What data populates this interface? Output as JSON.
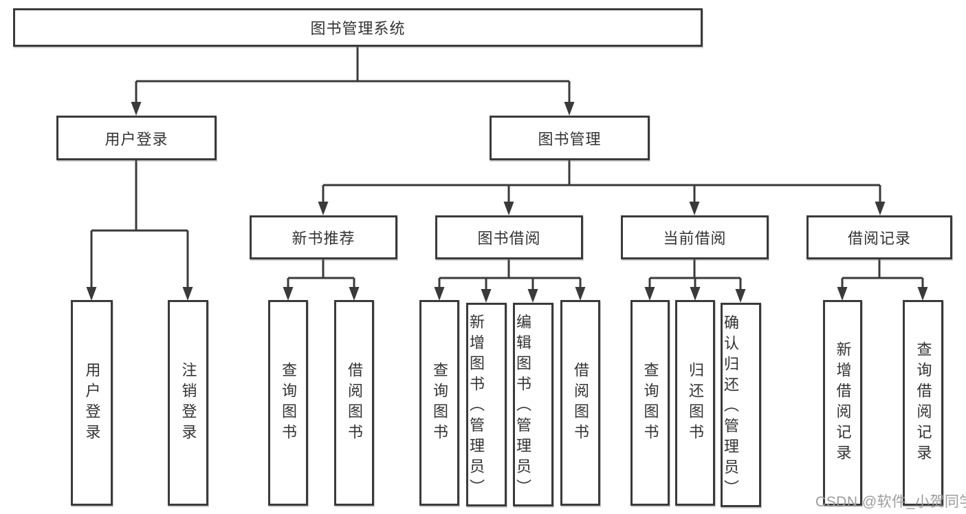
{
  "colors": {
    "line": "#3a3a3a",
    "box_border": "#3a3a3a",
    "text": "#333333",
    "watermark": "#9c9c9c",
    "background": "#ffffff"
  },
  "watermark": {
    "text": "CSDN @软件_小贺同学"
  },
  "tree": {
    "root": {
      "label": "图书管理系统"
    },
    "user_login": {
      "label": "用户登录",
      "children": {
        "login": {
          "label": "用户登录"
        },
        "logout": {
          "label": "注销登录"
        }
      }
    },
    "book_mgmt": {
      "label": "图书管理",
      "children": {
        "new_book_rec": {
          "label": "新书推荐",
          "children": {
            "query_book": {
              "label": "查询图书"
            },
            "borrow_book": {
              "label": "借阅图书"
            }
          }
        },
        "book_borrow": {
          "label": "图书借阅",
          "children": {
            "query_book": {
              "label": "查询图书"
            },
            "add_book": {
              "label": "新增图书（管理员）"
            },
            "edit_book": {
              "label": "编辑图书（管理员）"
            },
            "borrow_book": {
              "label": "借阅图书"
            }
          }
        },
        "current_borrow": {
          "label": "当前借阅",
          "children": {
            "query_book": {
              "label": "查询图书"
            },
            "return_book": {
              "label": "归还图书"
            },
            "confirm_return": {
              "label": "确认归还（管理员）"
            }
          }
        },
        "borrow_records": {
          "label": "借阅记录",
          "children": {
            "add_record": {
              "label": "新增借阅记录"
            },
            "query_record": {
              "label": "查询借阅记录"
            }
          }
        }
      }
    }
  }
}
